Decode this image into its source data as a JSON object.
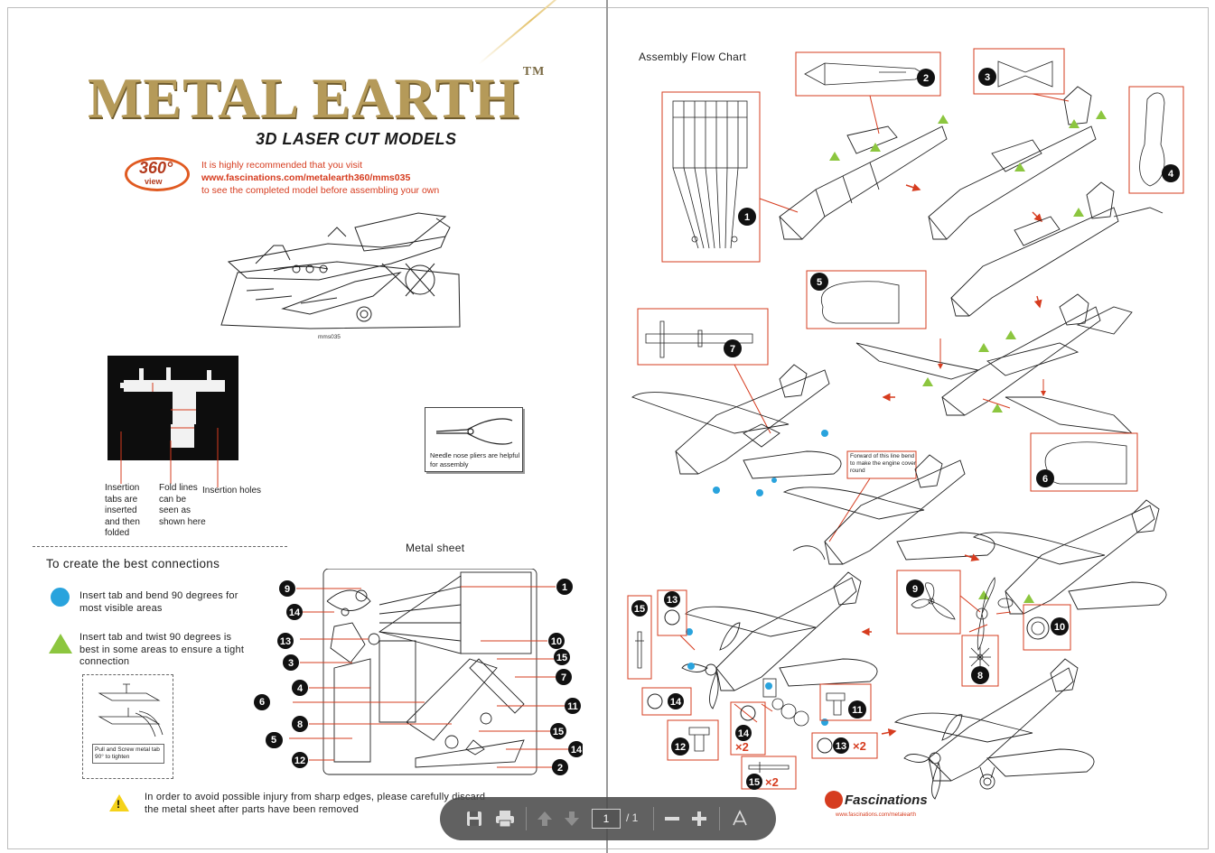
{
  "brand": {
    "logo_text": "METAL EARTH",
    "trademark": "TM",
    "subtitle": "3D LASER CUT MODELS"
  },
  "view360": {
    "number": "360°",
    "label": "view"
  },
  "recommendation": {
    "line1": "It is highly recommended that you visit",
    "url": "www.fascinations.com/metalearth360/mms035",
    "line3": "to see the completed model before assembling your own"
  },
  "model_caption": "mms035",
  "tab_labels": {
    "insertion_tabs": "Insertion tabs are inserted and then folded",
    "fold_lines": "Fold lines can be seen as shown here",
    "insertion_holes": "Insertion holes"
  },
  "pliers_note": "Needle nose pliers are helpful for assembly",
  "connections": {
    "title": "To create the best connections",
    "dot_text": "Insert tab and bend 90 degrees for most visible areas",
    "triangle_text": "Insert tab and twist 90 degrees is best in some areas to ensure a tight connection",
    "twist_note": "Pull and Screw metal tab 90° to tighten",
    "dot_color": "#29a3dd",
    "triangle_color": "#8cc63f"
  },
  "metal_sheet": {
    "title": "Metal sheet",
    "left_numbers": [
      "9",
      "14",
      "13",
      "3",
      "4",
      "6",
      "8",
      "5",
      "12"
    ],
    "right_numbers": [
      "1",
      "10",
      "15",
      "7",
      "11",
      "15",
      "14",
      "2"
    ]
  },
  "warning": "In order to avoid possible injury from sharp edges, please carefully discard the metal sheet after parts have been removed",
  "flow_chart": {
    "title": "Assembly Flow Chart",
    "engine_note": "Forward of this line bend to make the engine cover round",
    "step_numbers": [
      "1",
      "2",
      "3",
      "4",
      "5",
      "6",
      "7",
      "8",
      "9",
      "10",
      "11",
      "12",
      "13",
      "14",
      "15"
    ],
    "multipliers": {
      "fourteen": "×2",
      "thirteen": "×2",
      "fifteen": "×2"
    }
  },
  "publisher": {
    "name": "Fascinations",
    "url": "www.fascinations.com/metalearth"
  },
  "accent_color": "#d63c1f",
  "toolbar": {
    "current_page": "1",
    "total_pages": "/ 1",
    "icons": [
      "save-icon",
      "print-icon",
      "arrow-up-icon",
      "arrow-down-icon",
      "minus-icon",
      "plus-icon",
      "acrobat-icon"
    ]
  }
}
